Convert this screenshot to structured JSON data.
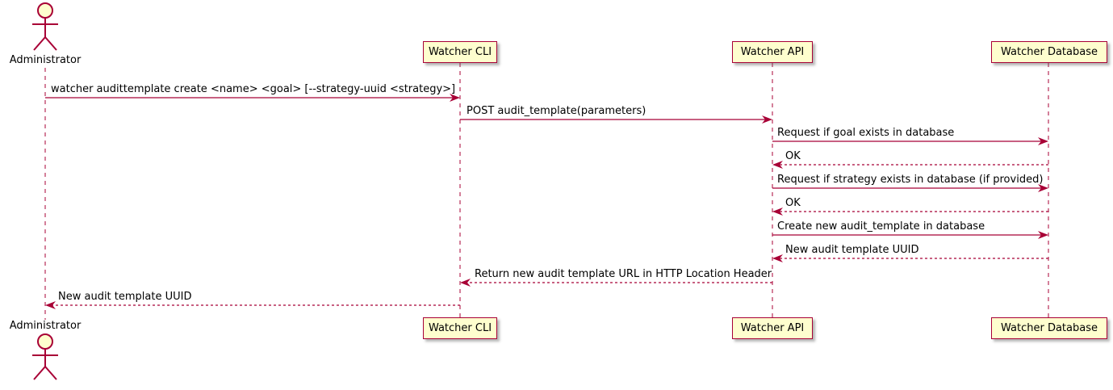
{
  "diagram": {
    "type": "uml-sequence-diagram",
    "actors": [
      {
        "name": "Administrator"
      }
    ],
    "participants": [
      {
        "label": "Watcher CLI"
      },
      {
        "label": "Watcher API"
      },
      {
        "label": "Watcher Database"
      }
    ],
    "messages": [
      {
        "from": "Administrator",
        "to": "Watcher CLI",
        "type": "solid",
        "text": "watcher audittemplate create <name> <goal> [--strategy-uuid <strategy>]"
      },
      {
        "from": "Watcher CLI",
        "to": "Watcher API",
        "type": "solid",
        "text": "POST audit_template(parameters)"
      },
      {
        "from": "Watcher API",
        "to": "Watcher Database",
        "type": "solid",
        "text": "Request if goal exists in database"
      },
      {
        "from": "Watcher Database",
        "to": "Watcher API",
        "type": "dashed",
        "text": "OK"
      },
      {
        "from": "Watcher API",
        "to": "Watcher Database",
        "type": "solid",
        "text": "Request if strategy exists in database (if provided)"
      },
      {
        "from": "Watcher Database",
        "to": "Watcher API",
        "type": "dashed",
        "text": "OK"
      },
      {
        "from": "Watcher API",
        "to": "Watcher Database",
        "type": "solid",
        "text": "Create new audit_template in database"
      },
      {
        "from": "Watcher Database",
        "to": "Watcher API",
        "type": "dashed",
        "text": "New audit template UUID"
      },
      {
        "from": "Watcher API",
        "to": "Watcher CLI",
        "type": "dashed",
        "text": "Return new audit template URL in HTTP Location Header"
      },
      {
        "from": "Watcher CLI",
        "to": "Administrator",
        "type": "dashed",
        "text": "New audit template UUID"
      }
    ],
    "colors": {
      "line": "#A80036",
      "participant_fill": "#FEFECE",
      "text": "#000000",
      "background": "#FFFFFF"
    }
  }
}
